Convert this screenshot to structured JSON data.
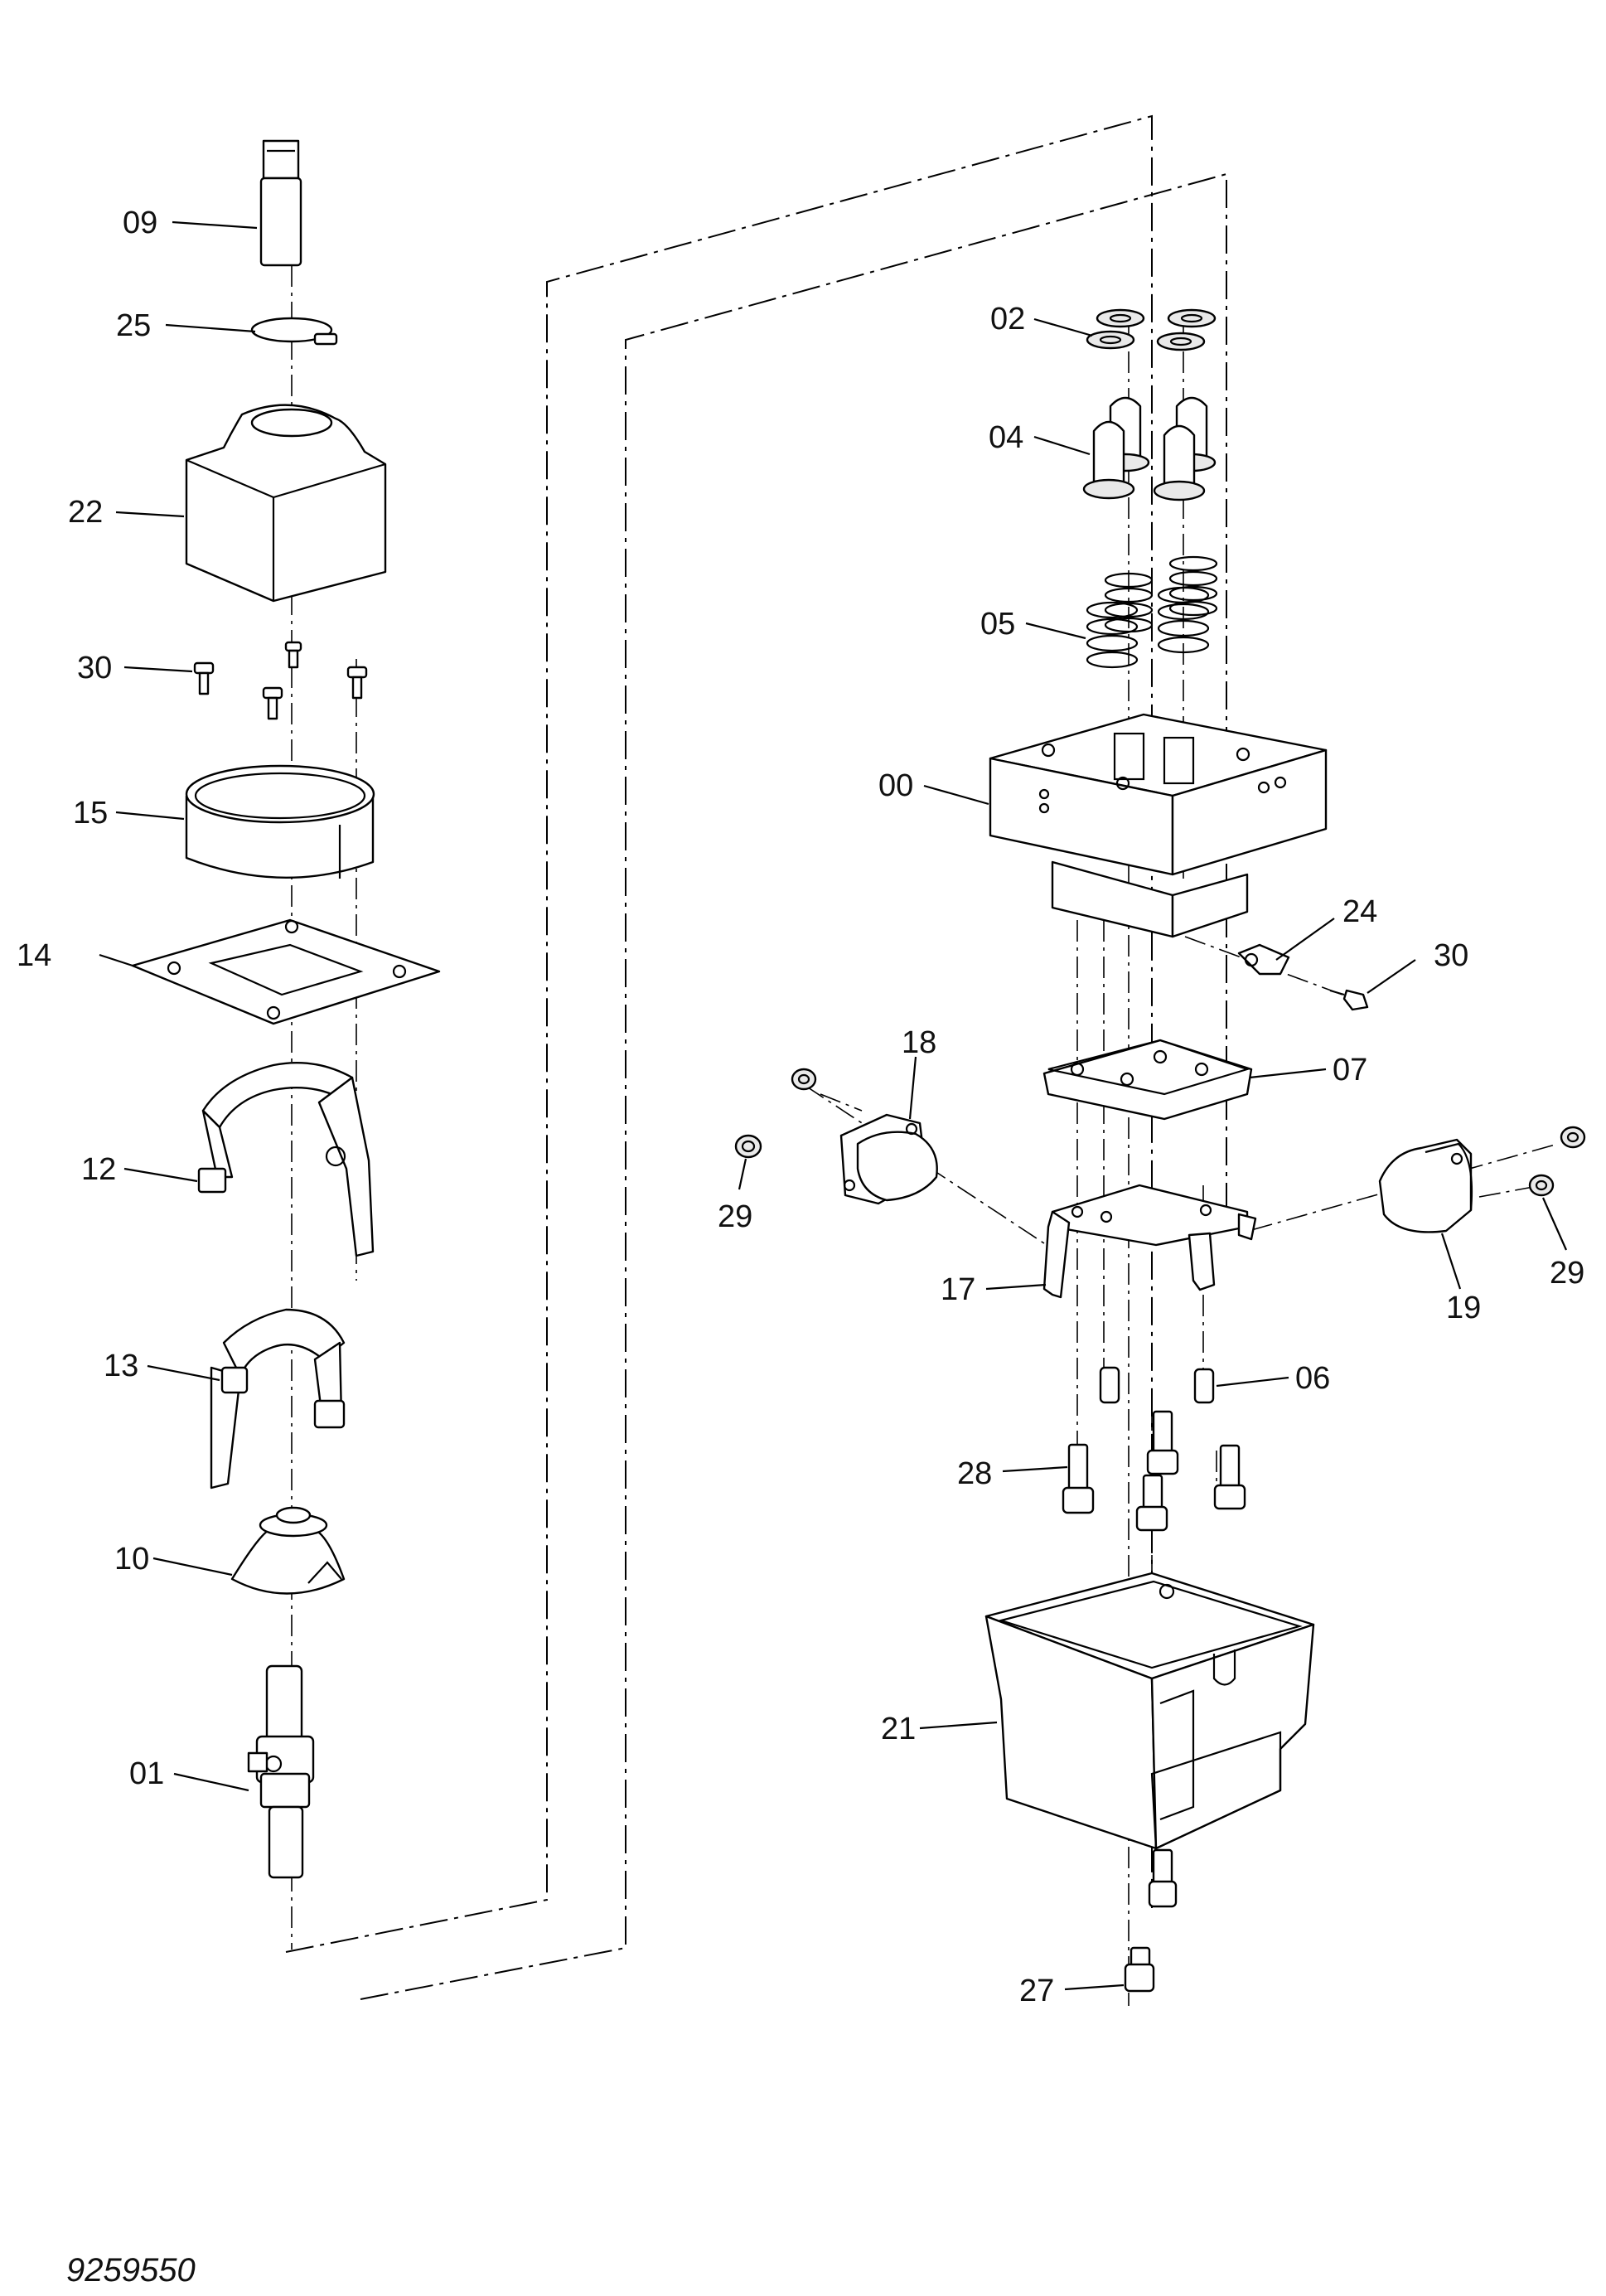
{
  "drawing_number": "9259550",
  "callouts": [
    {
      "id": "c09",
      "text": "09"
    },
    {
      "id": "c25",
      "text": "25"
    },
    {
      "id": "c22",
      "text": "22"
    },
    {
      "id": "c30a",
      "text": "30"
    },
    {
      "id": "c15",
      "text": "15"
    },
    {
      "id": "c14",
      "text": "14"
    },
    {
      "id": "c12",
      "text": "12"
    },
    {
      "id": "c13",
      "text": "13"
    },
    {
      "id": "c10",
      "text": "10"
    },
    {
      "id": "c01",
      "text": "01"
    },
    {
      "id": "c02",
      "text": "02"
    },
    {
      "id": "c04",
      "text": "04"
    },
    {
      "id": "c05",
      "text": "05"
    },
    {
      "id": "c00",
      "text": "00"
    },
    {
      "id": "c24",
      "text": "24"
    },
    {
      "id": "c30b",
      "text": "30"
    },
    {
      "id": "c18",
      "text": "18"
    },
    {
      "id": "c07",
      "text": "07"
    },
    {
      "id": "c29a",
      "text": "29"
    },
    {
      "id": "c29b",
      "text": "29"
    },
    {
      "id": "c17",
      "text": "17"
    },
    {
      "id": "c19",
      "text": "19"
    },
    {
      "id": "c06",
      "text": "06"
    },
    {
      "id": "c28",
      "text": "28"
    },
    {
      "id": "c21",
      "text": "21"
    },
    {
      "id": "c27",
      "text": "27"
    }
  ]
}
